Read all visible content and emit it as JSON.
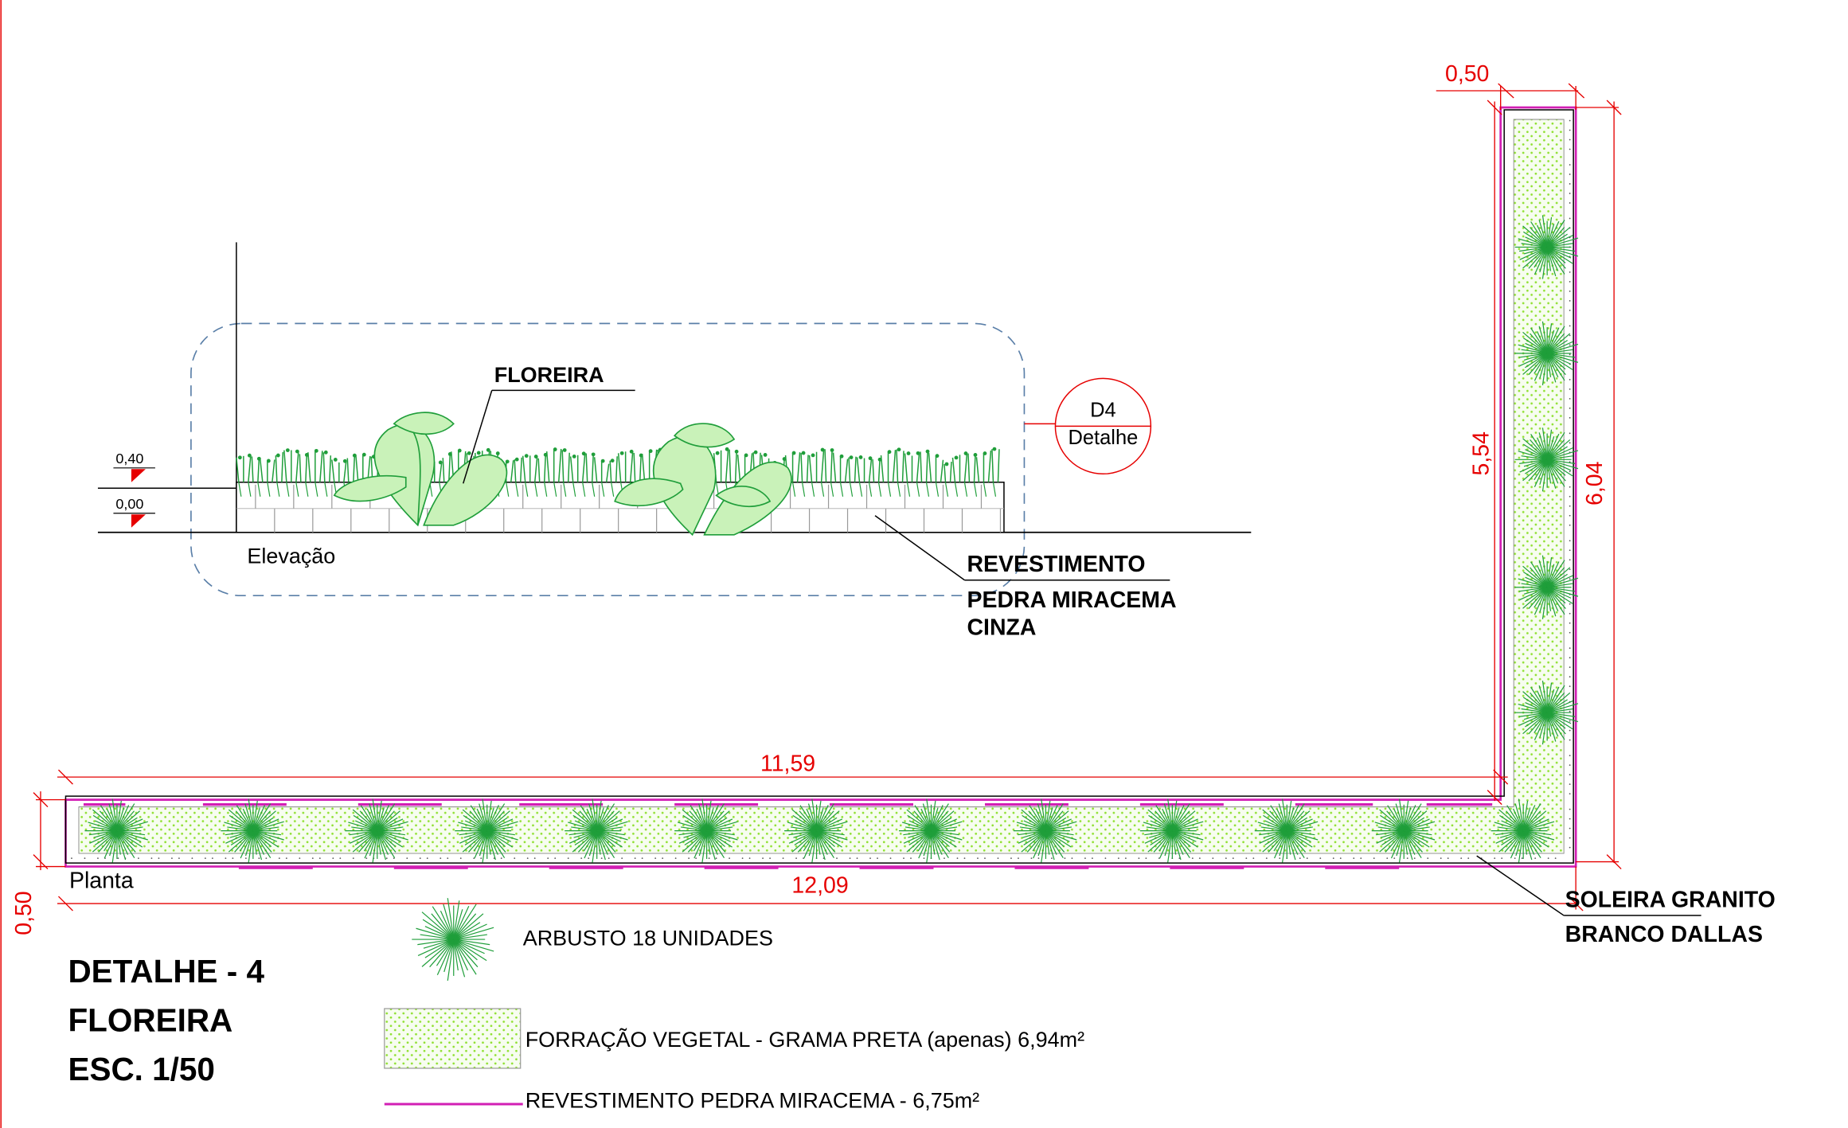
{
  "colors": {
    "dimension": "#e60000",
    "grass": "#7ddc2a",
    "grass_dot": "#8fe030",
    "plant": "#1f9e3a",
    "stone_line": "#d21fb4",
    "callout_dash": "#5a7fa8"
  },
  "elevation": {
    "label": "Elevação",
    "floreira_label": "FLOREIRA",
    "level_top": "0,40",
    "level_base": "0,00",
    "callout_id": "D4",
    "callout_text": "Detalhe",
    "revestimento_label": [
      "REVESTIMENTO",
      "PEDRA MIRACEMA",
      "CINZA"
    ]
  },
  "plan": {
    "label": "Planta",
    "dim_width_top": "0,50",
    "dim_inner_height": "5,54",
    "dim_outer_height": "6,04",
    "dim_inner_length": "11,59",
    "dim_outer_length": "12,09",
    "dim_depth_left": "0,50",
    "soleira_label": [
      "SOLEIRA GRANITO",
      "BRANCO DALLAS"
    ]
  },
  "title": {
    "line1": "DETALHE - 4",
    "line2": "FLOREIRA",
    "line3": "ESC. 1/50"
  },
  "legend": {
    "shrub": "ARBUSTO 18 UNIDADES",
    "ground_cover": "FORRAÇÃO VEGETAL - GRAMA PRETA (apenas) 6,94m²",
    "stone": "REVESTIMENTO PEDRA MIRACEMA -  6,75m²"
  }
}
